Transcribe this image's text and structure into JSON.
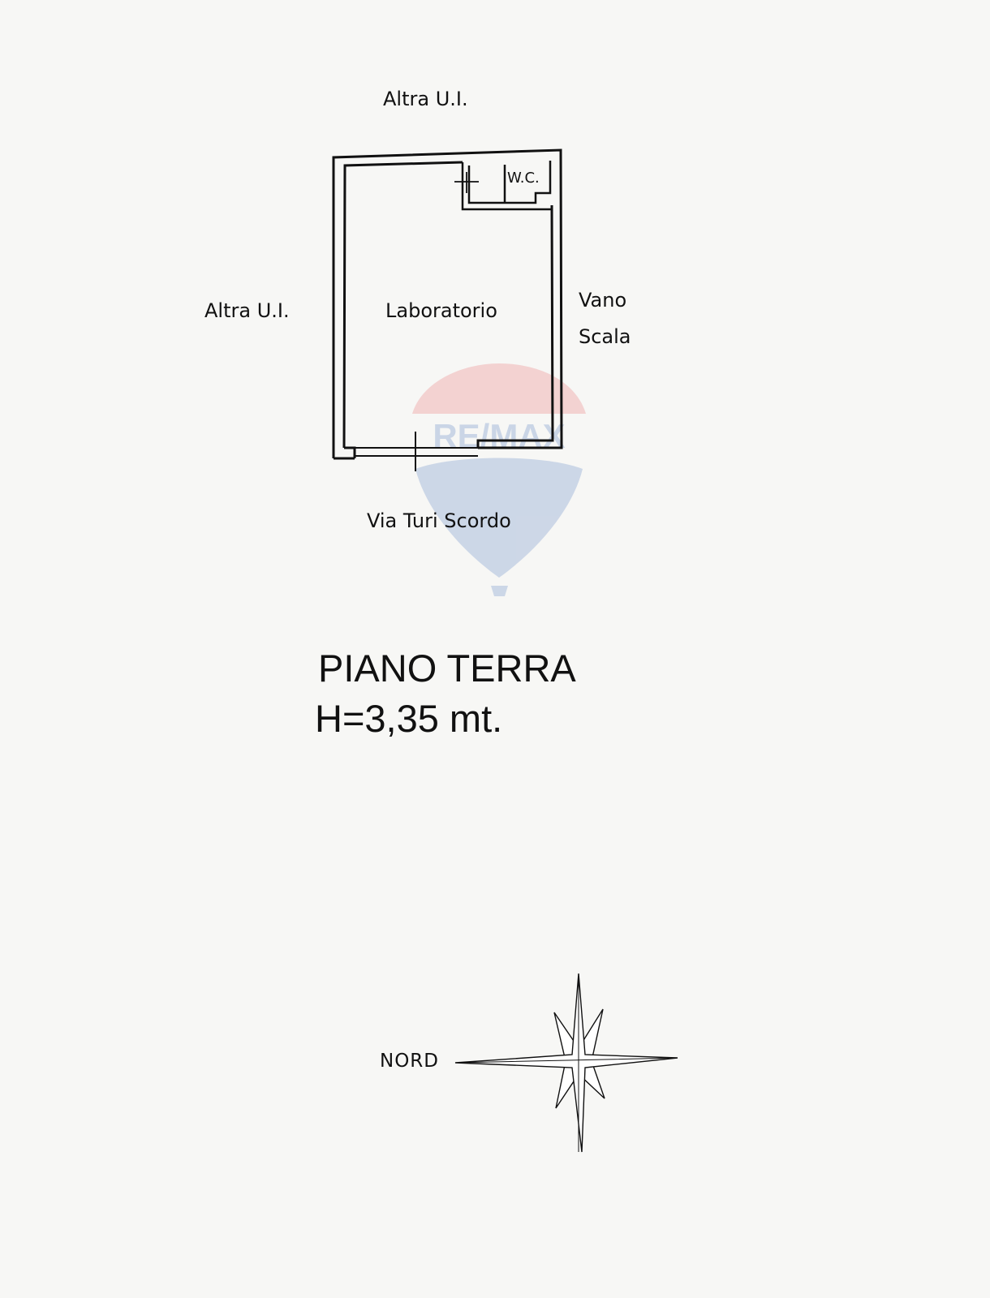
{
  "plan": {
    "neighbor_top": "Altra U.I.",
    "neighbor_left": "Altra U.I.",
    "right_label_line1": "Vano",
    "right_label_line2": "Scala",
    "room_main": "Laboratorio",
    "room_wc": "W.C.",
    "street": "Via Turi Scordo"
  },
  "watermark": {
    "text": "RE/MAX",
    "colors": {
      "red": "#e11b22",
      "blue": "#003da5"
    }
  },
  "floor": {
    "title": "PIANO TERRA",
    "height": "H=3,35 mt."
  },
  "compass": {
    "label": "NORD",
    "icon": "compass-rose-icon"
  }
}
